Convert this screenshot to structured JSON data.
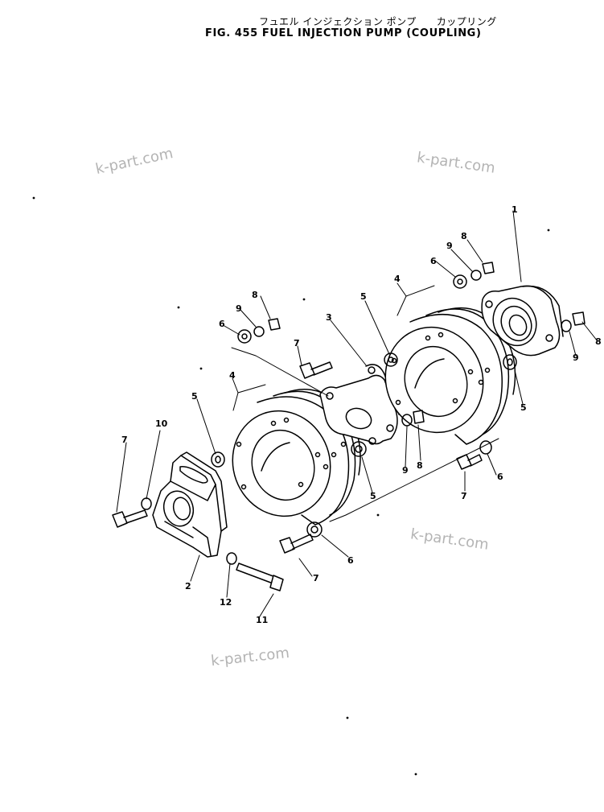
{
  "figure": {
    "title_jp": "フュエル インジェクション ポンプ　　カップリング",
    "title_en": "FIG. 455  FUEL  INJECTION  PUMP  (COUPLING)"
  },
  "watermarks": [
    "k-part.com",
    "k-part.com",
    "k-part.com",
    "k-part.com"
  ],
  "callouts": [
    "1",
    "2",
    "3",
    "4",
    "4",
    "5",
    "5",
    "5",
    "5",
    "6",
    "6",
    "6",
    "6",
    "6",
    "7",
    "7",
    "7",
    "7",
    "8",
    "8",
    "8",
    "8",
    "9",
    "9",
    "9",
    "9",
    "10",
    "11",
    "12"
  ]
}
